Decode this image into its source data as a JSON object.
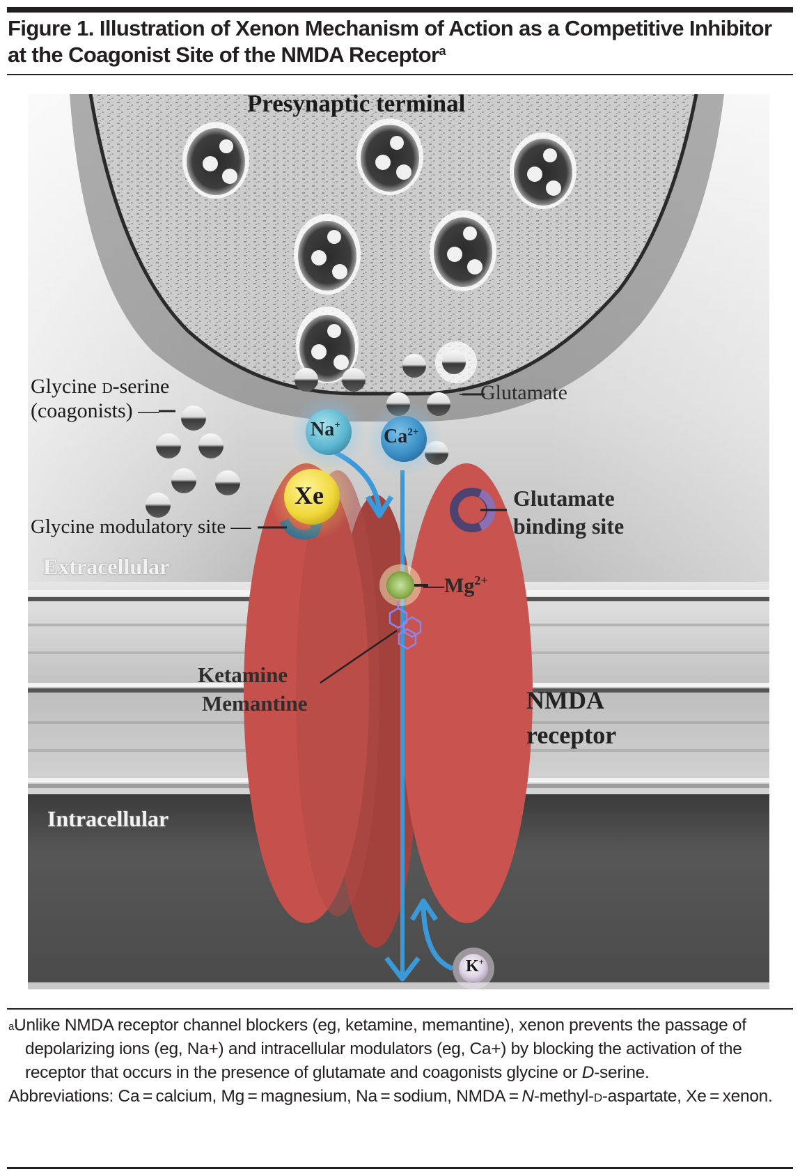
{
  "figure": {
    "title_prefix": "Figure 1.",
    "title_text": "Illustration of Xenon Mechanism of Action as a Competitive Inhibitor at the Coagonist Site of the NMDA Receptor",
    "title_footnote_marker": "a"
  },
  "diagram": {
    "labels": {
      "presynaptic": "Presynaptic terminal",
      "glycine_dserine_line1_a": "Glycine ",
      "glycine_dserine_line1_b": "d",
      "glycine_dserine_line1_c": "-serine",
      "coagonists": "(coagonists) —",
      "glutamate": "—Glutamate",
      "glycine_modulatory_site": "Glycine modulatory site —",
      "glutamate_binding_line1": "Glutamate",
      "glutamate_binding_line2": "binding site",
      "extracellular": "Extracellular",
      "intracellular": "Intracellular",
      "mg": "—Mg",
      "mg_charge": "2+",
      "ketamine": "Ketamine",
      "memantine": "Memantine",
      "nmda_line1": "NMDA",
      "nmda_line2": "receptor"
    },
    "ions": {
      "na": "Na",
      "na_charge": "+",
      "ca": "Ca",
      "ca_charge": "2+",
      "xe": "Xe",
      "k": "K",
      "k_charge": "+"
    },
    "colors": {
      "receptor_red": "#c9534f",
      "receptor_red_dark": "#a8443f",
      "ion_flow_blue": "#3a9ad9",
      "na_ion": "#6cc3d8",
      "ca_ion": "#3d94cc",
      "xe_ion": "#f2dc3c",
      "mg_ion": "#8ab04f",
      "k_ion": "#d9cfe0",
      "binding_site_purple": "#5b4a7a",
      "glycine_site_blue": "#3d6f8e"
    }
  },
  "footnote": {
    "marker": "a",
    "text": "Unlike NMDA receptor channel blockers (eg, ketamine, memantine), xenon prevents the passage of depolarizing ions (eg, Na+) and intracellular modulators (eg, Ca+) by blocking the activation of the receptor that occurs in the presence of glutamate and coagonists glycine or ",
    "text_italic": "D",
    "text_end": "-serine.",
    "abbrev_a": "Abbreviations: Ca = calcium, Mg = magnesium, Na = sodium, NMDA = ",
    "abbrev_italic": "N",
    "abbrev_b": "-methyl-",
    "abbrev_sc": "d",
    "abbrev_c": "-aspartate, Xe = xenon."
  }
}
